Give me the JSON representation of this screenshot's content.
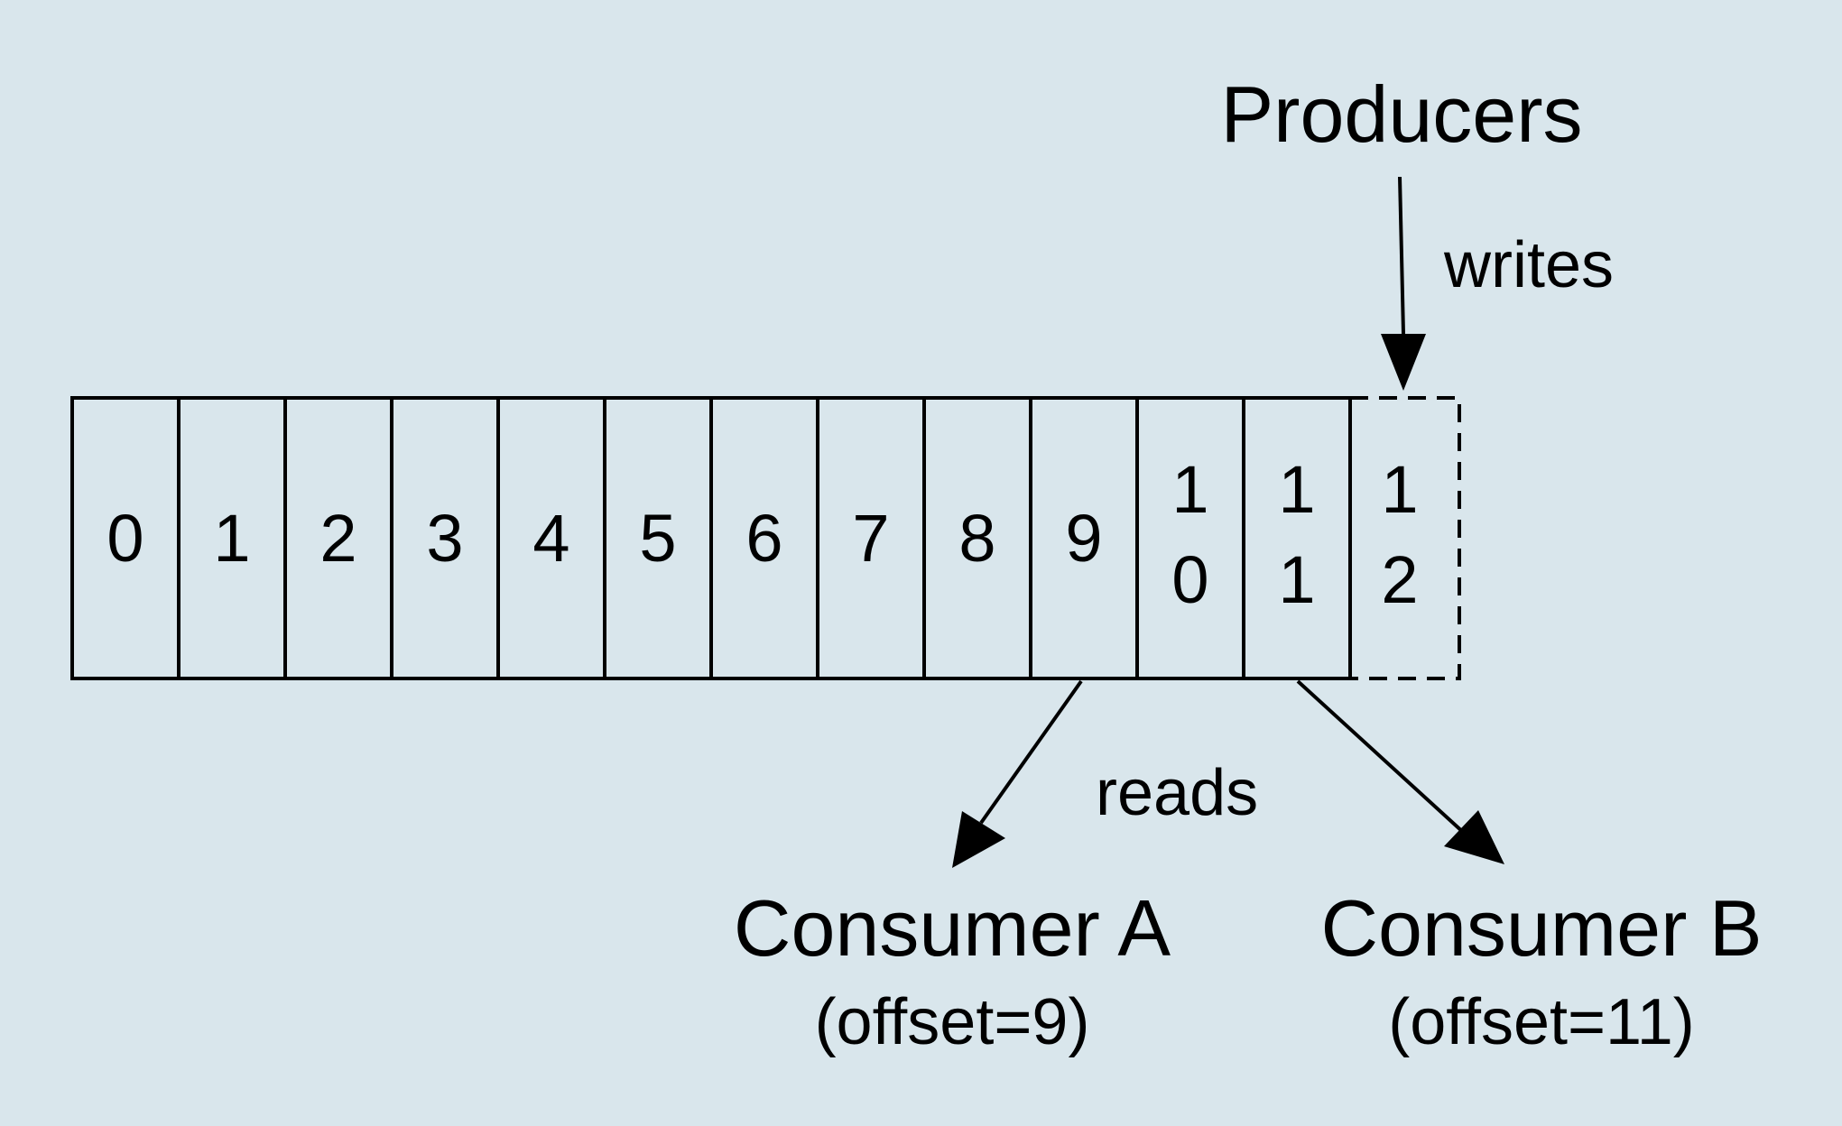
{
  "log": {
    "cells": [
      {
        "line1": "0",
        "line2": ""
      },
      {
        "line1": "1",
        "line2": ""
      },
      {
        "line1": "2",
        "line2": ""
      },
      {
        "line1": "3",
        "line2": ""
      },
      {
        "line1": "4",
        "line2": ""
      },
      {
        "line1": "5",
        "line2": ""
      },
      {
        "line1": "6",
        "line2": ""
      },
      {
        "line1": "7",
        "line2": ""
      },
      {
        "line1": "8",
        "line2": ""
      },
      {
        "line1": "9",
        "line2": ""
      },
      {
        "line1": "1",
        "line2": "0"
      },
      {
        "line1": "1",
        "line2": "1"
      }
    ],
    "pending_cell": {
      "line1": "1",
      "line2": "2"
    }
  },
  "producers": {
    "label": "Producers",
    "action": "writes"
  },
  "reads_label": "reads",
  "consumers": [
    {
      "name": "Consumer A",
      "offset": "(offset=9)"
    },
    {
      "name": "Consumer B",
      "offset": "(offset=11)"
    }
  ],
  "colors": {
    "background": "#d9e6ec",
    "stroke": "#000000"
  }
}
